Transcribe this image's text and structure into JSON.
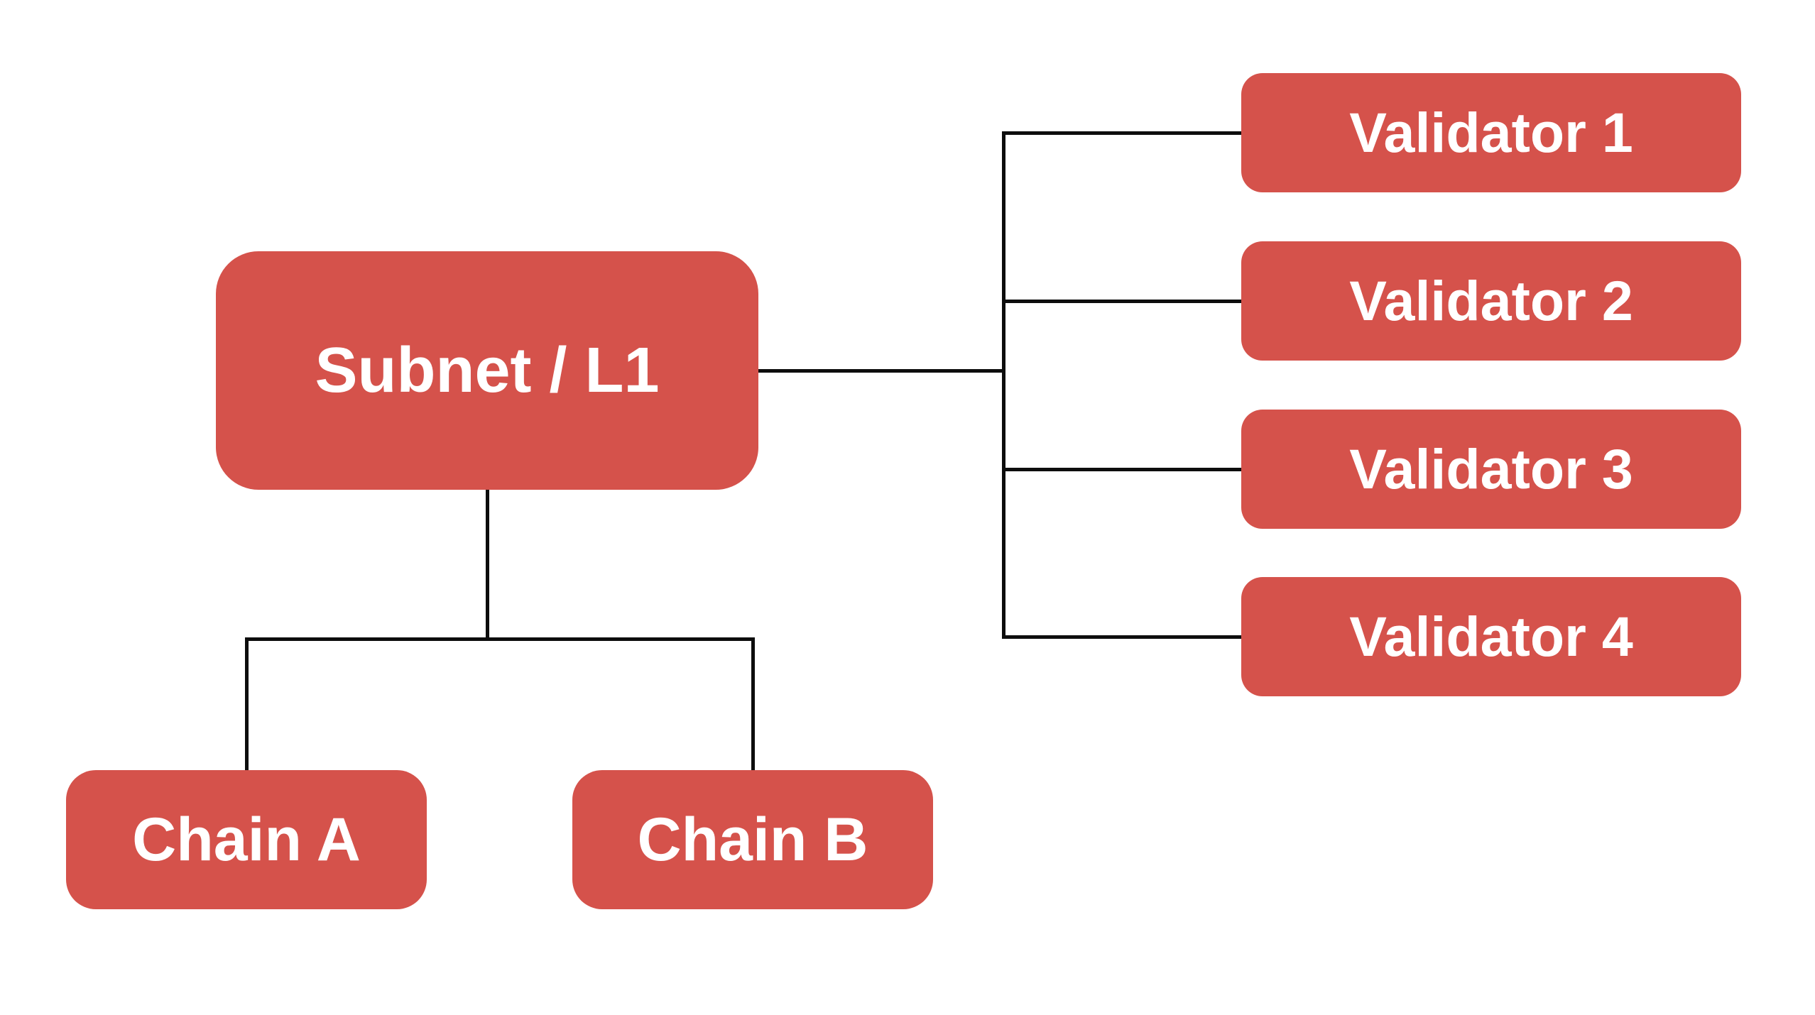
{
  "diagram": {
    "colors": {
      "node_fill": "#d5524b",
      "node_text": "#ffffff",
      "line_color": "#0d0d0d",
      "canvas_bg": "#ffffff"
    },
    "nodes": {
      "subnet": {
        "label": "Subnet / L1"
      },
      "chains": [
        {
          "label": "Chain A"
        },
        {
          "label": "Chain B"
        }
      ],
      "validators": [
        {
          "label": "Validator 1"
        },
        {
          "label": "Validator 2"
        },
        {
          "label": "Validator 3"
        },
        {
          "label": "Validator 4"
        }
      ]
    }
  }
}
